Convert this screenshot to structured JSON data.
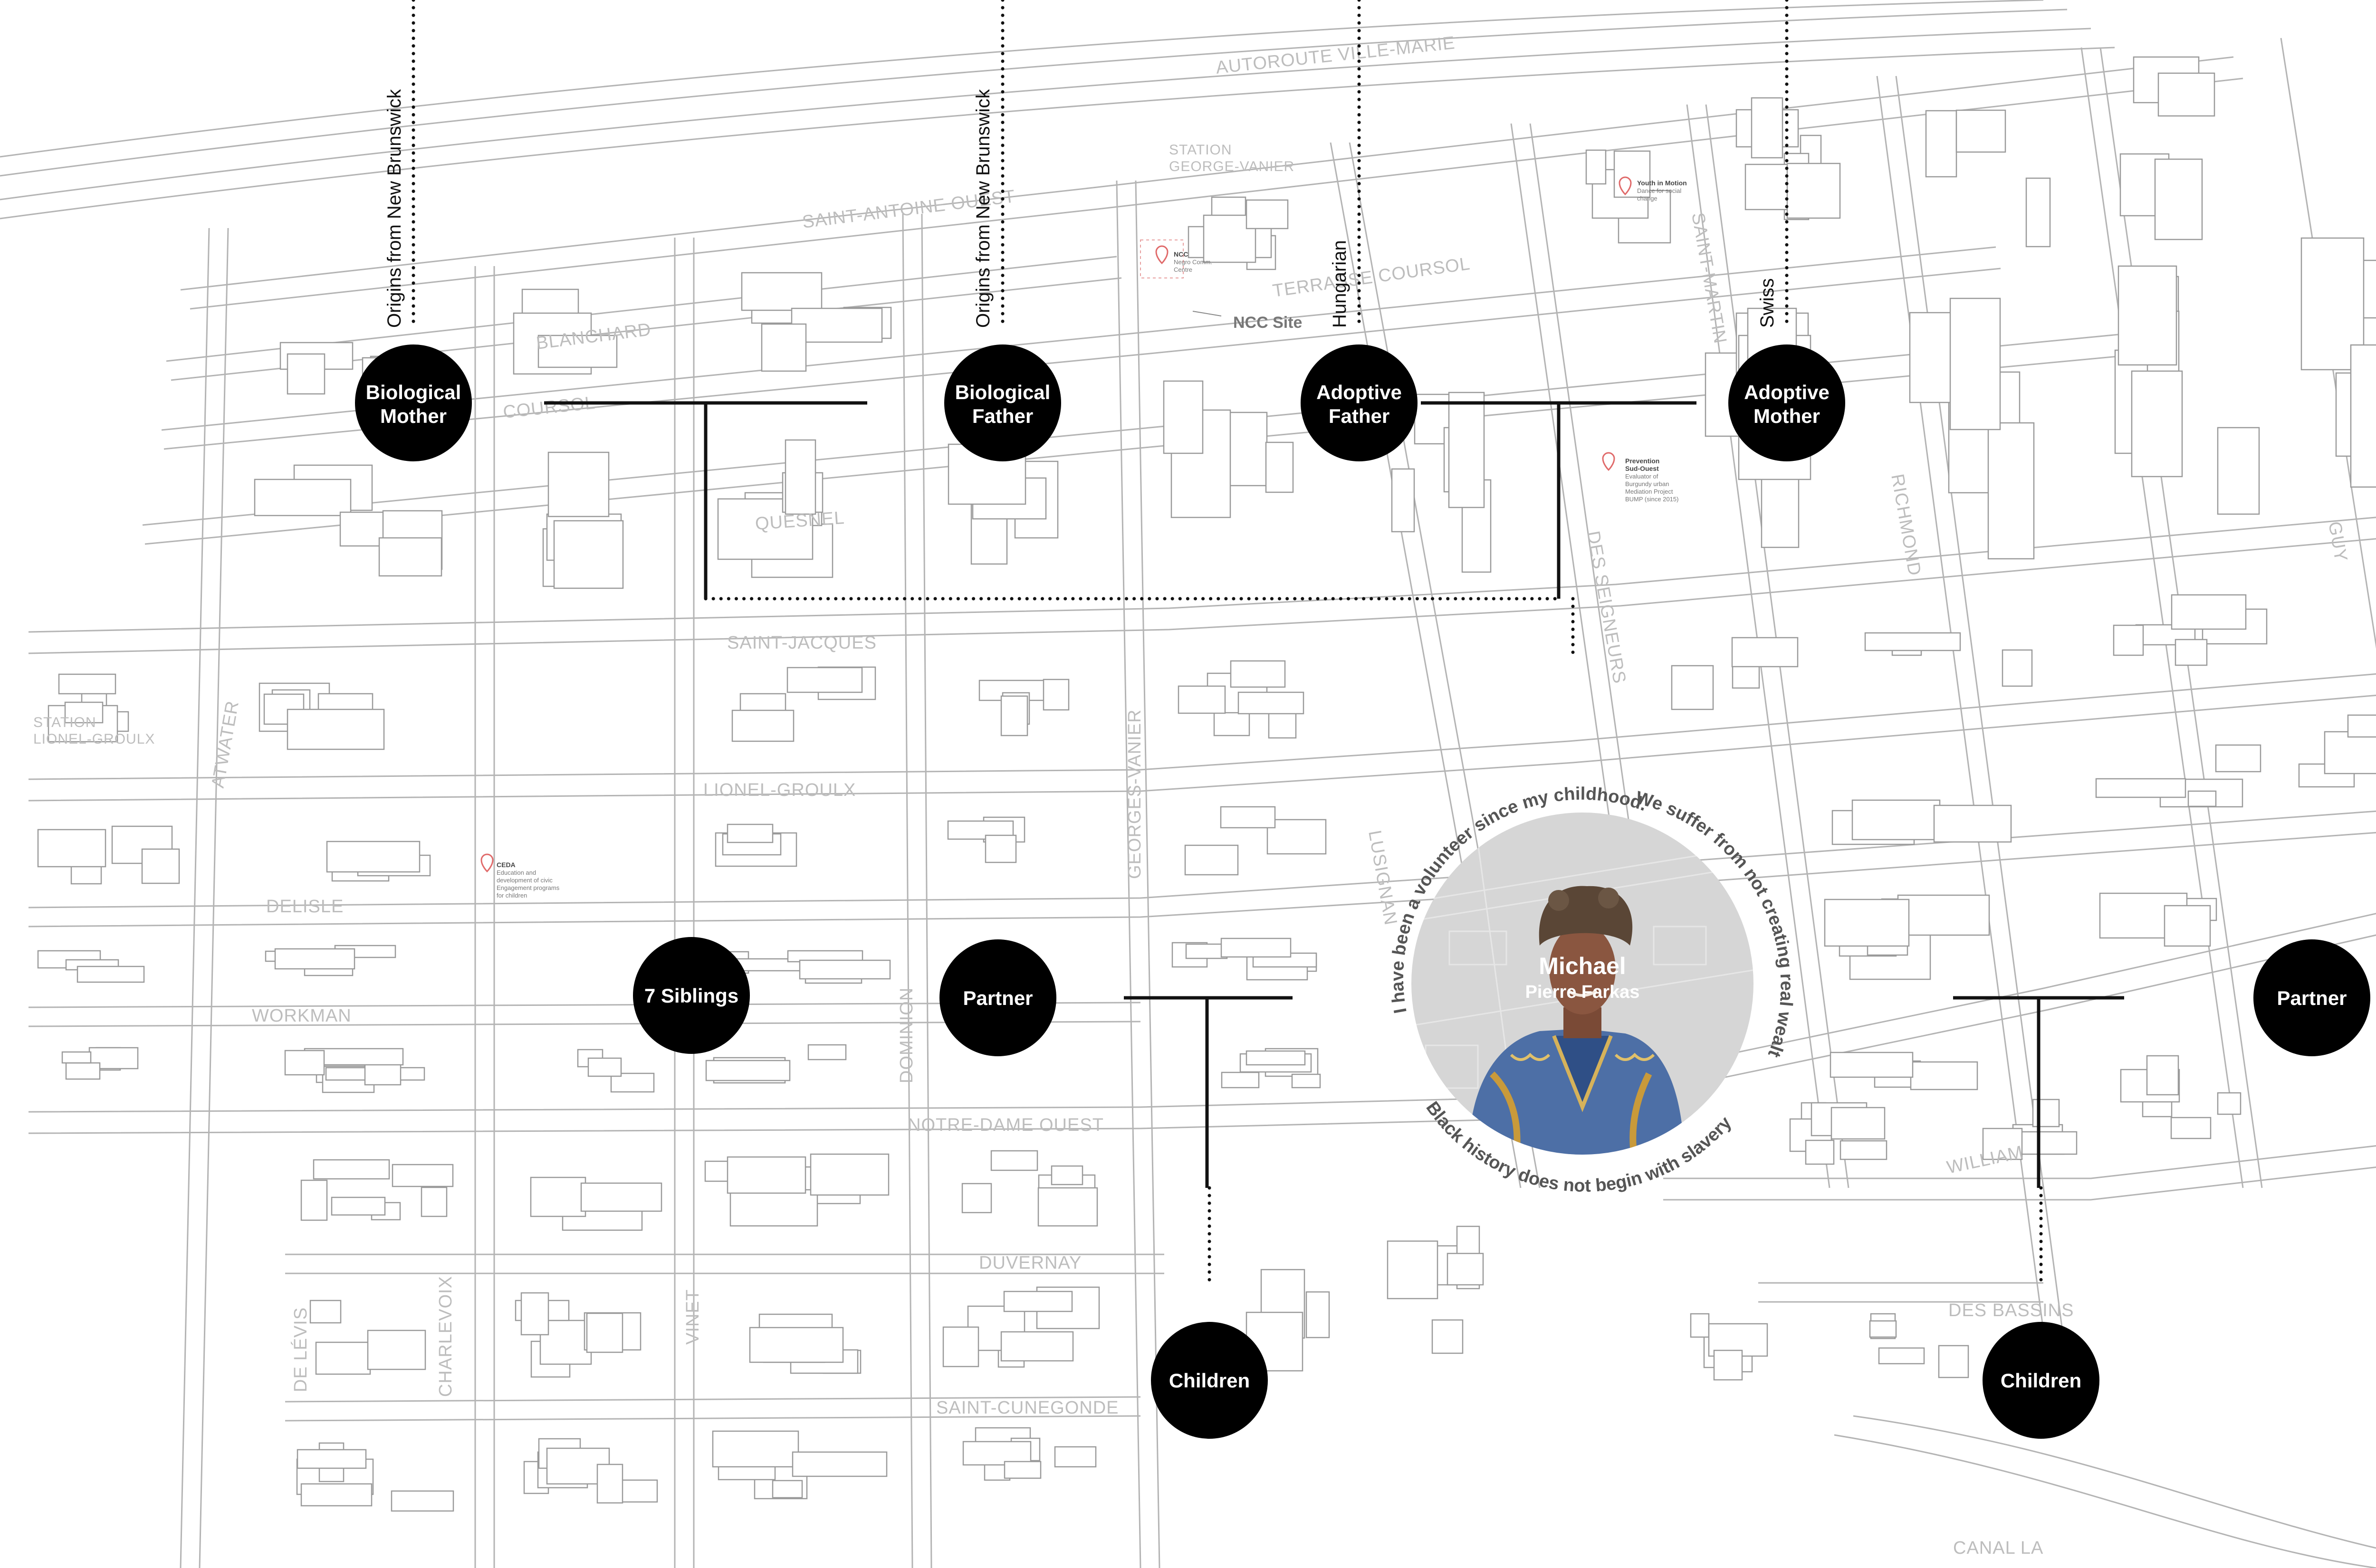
{
  "streets": [
    {
      "id": "autoroute",
      "text": "AUTOROUTE VILLE-MARIE"
    },
    {
      "id": "station-gv",
      "text": "STATION"
    },
    {
      "id": "station-gv-2",
      "text": "GEORGE-VANIER"
    },
    {
      "id": "saint-antoine",
      "text": "SAINT-ANTOINE OUEST"
    },
    {
      "id": "blanchard",
      "text": "BLANCHARD"
    },
    {
      "id": "coursol",
      "text": "COURSOL"
    },
    {
      "id": "terrasse",
      "text": "TERRASSE COURSOL"
    },
    {
      "id": "quesnel",
      "text": "QUESNEL"
    },
    {
      "id": "saint-jacques",
      "text": "SAINT-JACQUES"
    },
    {
      "id": "station-lg",
      "text": "STATION"
    },
    {
      "id": "station-lg-2",
      "text": "LIONEL-GROULX"
    },
    {
      "id": "atwater",
      "text": "ATWATER"
    },
    {
      "id": "lionel-groulx",
      "text": "LIONEL-GROULX"
    },
    {
      "id": "georges-vanier",
      "text": "GEORGES-VANIER"
    },
    {
      "id": "delisle",
      "text": "DELISLE"
    },
    {
      "id": "workman",
      "text": "WORKMAN"
    },
    {
      "id": "dominion",
      "text": "DOMINION"
    },
    {
      "id": "notre-dame",
      "text": "NOTRE-DAME OUEST"
    },
    {
      "id": "duvernay",
      "text": "DUVERNAY"
    },
    {
      "id": "saint-cunegonde",
      "text": "SAINT-CUNEGONDE"
    },
    {
      "id": "de-levis",
      "text": "DE LÉVIS"
    },
    {
      "id": "charlevoix",
      "text": "CHARLEVOIX"
    },
    {
      "id": "vinet",
      "text": "VINET"
    },
    {
      "id": "des-seigneurs",
      "text": "DES SEIGNEURS"
    },
    {
      "id": "richmond",
      "text": "RICHMOND"
    },
    {
      "id": "william",
      "text": "WILLIAM"
    },
    {
      "id": "des-bassins",
      "text": "DES BASSINS"
    },
    {
      "id": "canal",
      "text": "CANAL LA"
    },
    {
      "id": "guy",
      "text": "GUY"
    },
    {
      "id": "lusignan",
      "text": "LUSIGNAN"
    },
    {
      "id": "saint-martin",
      "text": "SAINT-MARTIN"
    }
  ],
  "pois": {
    "ncc": {
      "name": "NCC",
      "desc1": "Negro Comm.",
      "desc2": "Centre"
    },
    "ncc_site": "NCC Site",
    "youth": {
      "name": "Youth in Motion",
      "desc1": "Dance for social",
      "desc2": "change"
    },
    "prevention": {
      "name": "Prevention",
      "name2": "Sud-Ouest",
      "desc1": "Evaluator of",
      "desc2": "Burgundy urban",
      "desc3": "Mediation Project",
      "desc4": "BUMP (since 2015)"
    },
    "ceda": {
      "name": "CEDA",
      "desc1": "Education and",
      "desc2": "development of civic",
      "desc3": "Engagement programs",
      "desc4": "for children"
    }
  },
  "origins": [
    {
      "id": "origin-bio-mother",
      "text": "Origins from New Brunswick"
    },
    {
      "id": "origin-bio-father",
      "text": "Origins from New Brunswick"
    },
    {
      "id": "origin-adoptive-father",
      "text": "Hungarian"
    },
    {
      "id": "origin-adoptive-mother",
      "text": "Swiss"
    }
  ],
  "nodes": [
    {
      "id": "biological-mother",
      "lines": [
        "Biological",
        "Mother"
      ]
    },
    {
      "id": "biological-father",
      "lines": [
        "Biological",
        "Father"
      ]
    },
    {
      "id": "adoptive-father",
      "lines": [
        "Adoptive",
        "Father"
      ]
    },
    {
      "id": "adoptive-mother",
      "lines": [
        "Adoptive",
        "Mother"
      ]
    },
    {
      "id": "siblings",
      "lines": [
        "7 Siblings"
      ]
    },
    {
      "id": "partner-left",
      "lines": [
        "Partner"
      ]
    },
    {
      "id": "partner-right",
      "lines": [
        "Partner"
      ]
    },
    {
      "id": "children-left",
      "lines": [
        "Children"
      ]
    },
    {
      "id": "children-right",
      "lines": [
        "Children"
      ]
    }
  ],
  "subject": {
    "name": "Michael",
    "surname": "Pierre Farkas",
    "quotes": [
      "I have been a volunteer since my childhood.",
      "We suffer from not creating real wealth.",
      "Black history does not begin with slavery."
    ]
  },
  "colors": {
    "node": "#000000",
    "node_text": "#ffffff",
    "map_line": "#b4b4b4",
    "street_text": "#bdbdbd",
    "poi_marker": "#e06a6a",
    "portrait_bg": "#d6d6d6",
    "connector": "#111111"
  }
}
